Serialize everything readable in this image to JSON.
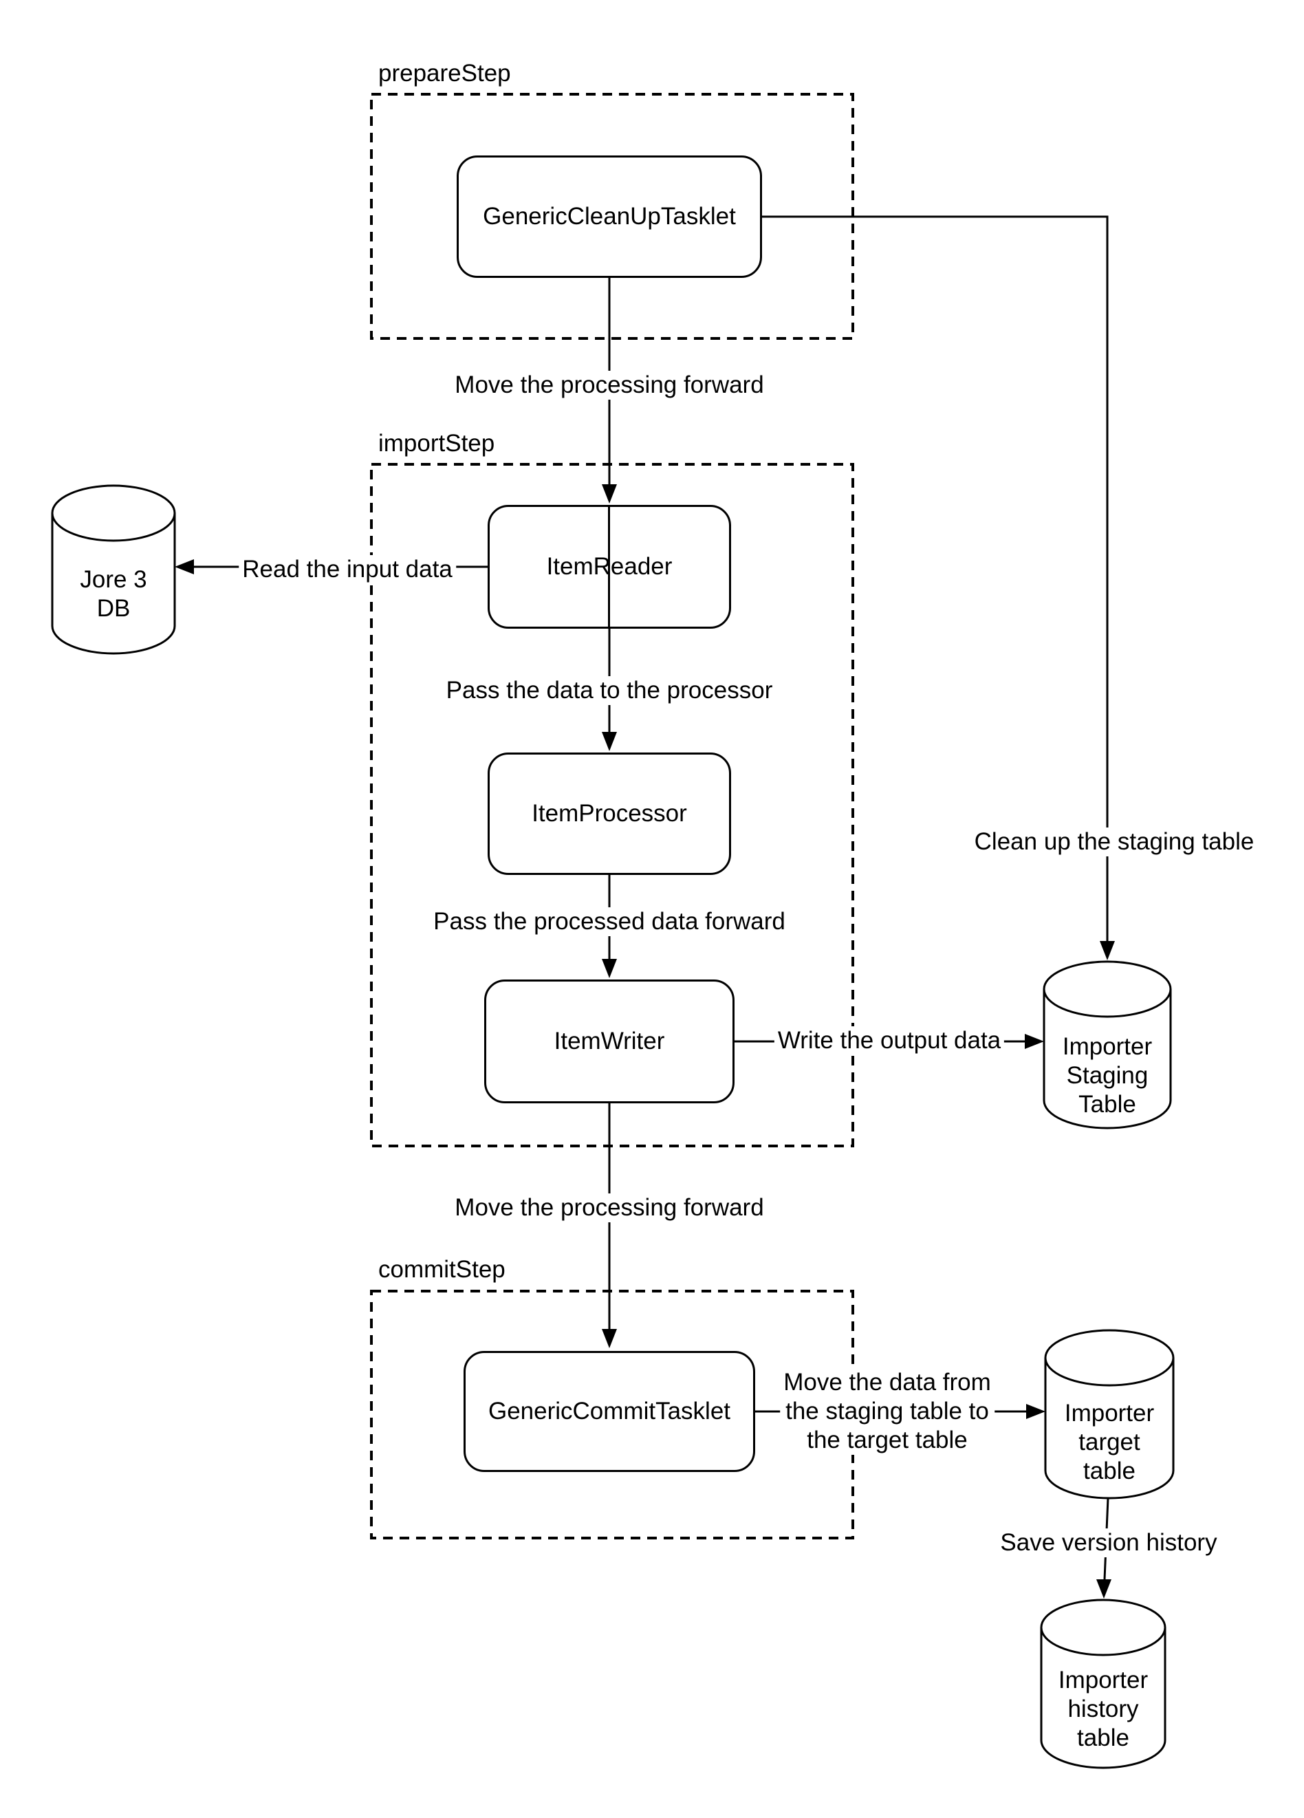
{
  "groups": {
    "prepare": {
      "label": "prepareStep"
    },
    "import": {
      "label": "importStep"
    },
    "commit": {
      "label": "commitStep"
    }
  },
  "nodes": {
    "cleanup_tasklet": {
      "label": "GenericCleanUpTasklet"
    },
    "item_reader": {
      "label": "ItemReader"
    },
    "item_processor": {
      "label": "ItemProcessor"
    },
    "item_writer": {
      "label": "ItemWriter"
    },
    "commit_tasklet": {
      "label": "GenericCommitTasklet"
    }
  },
  "databases": {
    "jore3": {
      "line1": "Jore 3",
      "line2": "DB"
    },
    "staging": {
      "line1": "Importer",
      "line2": "Staging",
      "line3": "Table"
    },
    "target": {
      "line1": "Importer",
      "line2": "target",
      "line3": "table"
    },
    "history": {
      "line1": "Importer",
      "line2": "history",
      "line3": "table"
    }
  },
  "edges": {
    "cleanup_to_reader": {
      "label": "Move the processing forward"
    },
    "cleanup_to_staging": {
      "label": "Clean up the staging table"
    },
    "reader_to_jore3": {
      "label": "Read the input data"
    },
    "reader_to_processor": {
      "label": "Pass the data to the processor"
    },
    "processor_to_writer": {
      "label": "Pass the processed data forward"
    },
    "writer_to_staging": {
      "label": "Write the output data"
    },
    "writer_to_commit": {
      "label": "Move the processing forward"
    },
    "commit_to_target": {
      "line1": "Move the data from",
      "line2": "the staging table to",
      "line3": "the target table"
    },
    "target_to_history": {
      "label": "Save version history"
    }
  },
  "colors": {
    "stroke": "#000000",
    "canvas": "#ffffff"
  }
}
